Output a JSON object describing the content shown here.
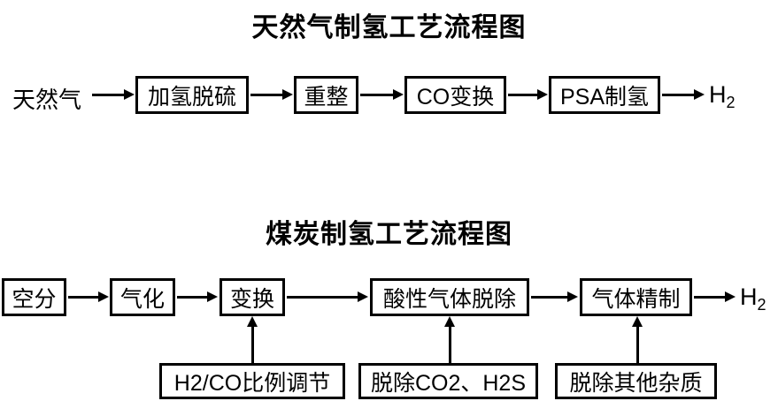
{
  "colors": {
    "line": "#000000",
    "background": "#ffffff",
    "text": "#000000"
  },
  "diagram1": {
    "title": "天然气制氢工艺流程图",
    "source_label": "天然气",
    "nodes": [
      "加氢脱硫",
      "重整",
      "CO变换",
      "PSA制氢"
    ],
    "output": {
      "text": "H",
      "sub": "2"
    }
  },
  "diagram2": {
    "title": "煤炭制氢工艺流程图",
    "nodes": [
      "空分",
      "气化",
      "变换",
      "酸性气体脱除",
      "气体精制"
    ],
    "output": {
      "text": "H",
      "sub": "2"
    },
    "annotations": [
      {
        "label": "H2/CO比例调节",
        "target": "变换"
      },
      {
        "label": "脱除CO2、H2S",
        "target": "酸性气体脱除"
      },
      {
        "label": "脱除其他杂质",
        "target": "气体精制"
      }
    ]
  }
}
